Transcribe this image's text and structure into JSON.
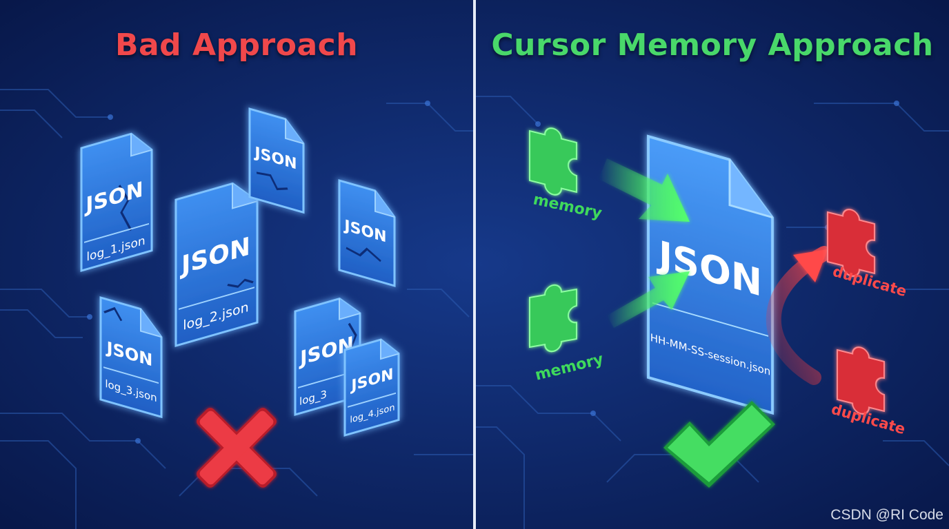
{
  "left_panel": {
    "title": "Bad Approach",
    "file_type_label": "JSON",
    "files": [
      {
        "name": "log_1.json"
      },
      {
        "name": "log_2.json"
      },
      {
        "name": "log_3.json"
      },
      {
        "name": "log_3"
      },
      {
        "name": "log_4.json"
      }
    ],
    "status_icon": "cross-icon"
  },
  "right_panel": {
    "title": "Cursor Memory Approach",
    "file_type_label": "JSON",
    "session_file": "HH-MM-SS-session.json",
    "memory_label": "memory",
    "duplicate_label": "duplicate",
    "status_icon": "checkmark-icon"
  },
  "watermark": "CSDN @RI Code",
  "colors": {
    "background": "#0b1f55",
    "bad_title": "#f0484b",
    "good_title": "#49d86a",
    "file_glow": "#3fa0ff",
    "memory_green": "#3fd95c",
    "duplicate_red": "#e8343c"
  }
}
